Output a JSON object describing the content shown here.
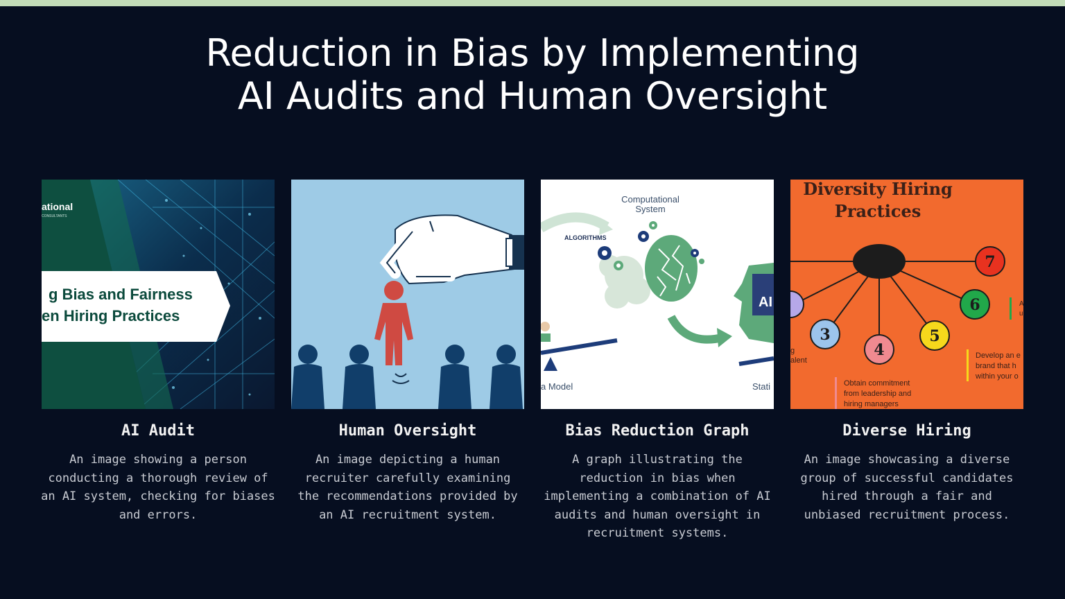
{
  "slide": {
    "title_line1": "Reduction in Bias by Implementing",
    "title_line2": "AI Audits and Human Oversight"
  },
  "cards": [
    {
      "title": "AI Audit",
      "description": "An image showing a person conducting a thorough review of an AI system, checking for biases and errors.",
      "image_text": {
        "brand": "ational",
        "brand_sub": "CONSULTANTS",
        "line1": "g Bias and Fairness",
        "line2": "en Hiring Practices"
      }
    },
    {
      "title": "Human Oversight",
      "description": "An image depicting a human recruiter carefully examining the recommendations provided by an AI recruitment system."
    },
    {
      "title": "Bias Reduction Graph",
      "description": "A graph illustrating the reduction in bias when implementing a combination of AI audits and human oversight in recruitment systems.",
      "image_text": {
        "computational": "Computational",
        "system": "System",
        "algorithms": "ALGORITHMS",
        "ai": "AI",
        "model": "a Model",
        "stati": "Stati"
      }
    },
    {
      "title": "Diverse Hiring",
      "description": "An image showcasing a diverse group of successful candidates hired through a fair and unbiased recruitment process.",
      "image_text": {
        "heading1": "Diversity Hiring",
        "heading2": "Practices",
        "n7": "7",
        "n6": "6",
        "n5": "5",
        "n4": "4",
        "n3": "3",
        "left1": "g",
        "left2": "alent",
        "obtain1": "Obtain commitment",
        "obtain2": "from leadership and",
        "obtain3": "hiring managers",
        "dev1": "Develop an e",
        "dev2": "brand that h",
        "dev3": "within your o",
        "right1": "A",
        "right2": "u"
      }
    }
  ],
  "colors": {
    "background": "#060e20",
    "top_bar": "#c2dcb8",
    "title_text": "#ffffff",
    "card_title": "#f2f2f2",
    "card_description": "#c9ccd3",
    "diversity_bg": "#f26a2e",
    "oversight_bg": "#9ecbe6"
  }
}
